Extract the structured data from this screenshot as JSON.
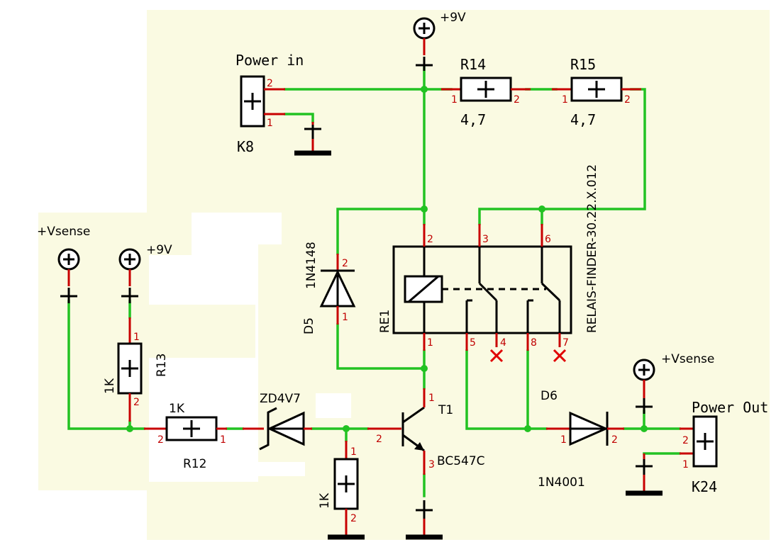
{
  "supply": {
    "top": "+9V",
    "r13": "+9V",
    "left_sense": "+Vsense",
    "right_sense": "+Vsense"
  },
  "power_in": {
    "title": "Power in",
    "ref": "K8",
    "pin1": "1",
    "pin2": "2"
  },
  "power_out": {
    "title": "Power Out",
    "ref": "K24",
    "pin1": "1",
    "pin2": "2"
  },
  "r14": {
    "ref": "R14",
    "value": "4,7",
    "pin1": "1",
    "pin2": "2"
  },
  "r15": {
    "ref": "R15",
    "value": "4,7",
    "pin1": "1",
    "pin2": "2"
  },
  "r13": {
    "ref": "R13",
    "value": "1K",
    "pin1": "1",
    "pin2": "2"
  },
  "r12": {
    "ref": "R12",
    "value": "1K",
    "pin1": "1",
    "pin2": "2"
  },
  "r_base": {
    "value": "1K",
    "pin1": "1",
    "pin2": "2"
  },
  "d5": {
    "ref": "D5",
    "part": "1N4148",
    "pin1": "1",
    "pin2": "2"
  },
  "zener": {
    "part": "ZD4V7"
  },
  "d6": {
    "ref": "D6",
    "part": "1N4001",
    "pin1": "1",
    "pin2": "2"
  },
  "t1": {
    "ref": "T1",
    "part": "BC547C",
    "pin1": "1",
    "pin2": "2",
    "pin3": "3"
  },
  "relay": {
    "ref": "RE1",
    "part": "RELAIS-FINDER-30.22.X.012",
    "pins": [
      "1",
      "2",
      "3",
      "4",
      "5",
      "6",
      "7",
      "8"
    ]
  },
  "colors": {
    "wire": "#22c222",
    "lead": "#c80000",
    "background": "#fafae2",
    "noconnect": "#e00000"
  }
}
